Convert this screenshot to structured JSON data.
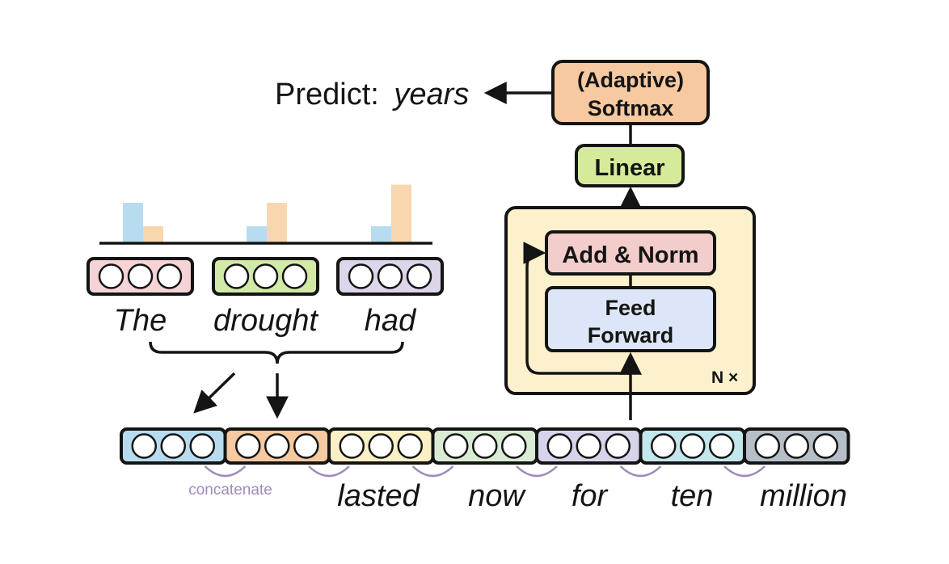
{
  "prediction": {
    "prefix": "Predict:",
    "word": "years"
  },
  "softmax": {
    "line1": "(Adaptive)",
    "line2": "Softmax",
    "color": "#f7c9a0"
  },
  "linear": {
    "label": "Linear",
    "color": "#d5eb9a"
  },
  "transformer_block": {
    "color": "#fcf1cc",
    "add_norm": {
      "label": "Add & Norm",
      "color": "#f3cdcb"
    },
    "feed_forward": {
      "line1": "Feed",
      "line2": "Forward",
      "color": "#dce6f8"
    },
    "repeat_label": "N ×"
  },
  "context_words": [
    {
      "word": "The",
      "color": "#f6d4d6"
    },
    {
      "word": "drought",
      "color": "#d2eaa6"
    },
    {
      "word": "had",
      "color": "#ddd6ea"
    }
  ],
  "attention_bars": {
    "series_colors": [
      "#b8dcef",
      "#f8d6ae"
    ],
    "groups": [
      {
        "values": [
          1.0,
          0.42
        ]
      },
      {
        "values": [
          0.42,
          1.0
        ]
      },
      {
        "values": [
          0.42,
          1.45
        ]
      }
    ]
  },
  "concat_label": "concatenate",
  "sequence": {
    "cells": [
      {
        "color": "#b8dcef"
      },
      {
        "color": "#f6c9a0"
      },
      {
        "color": "#fbefc6"
      },
      {
        "color": "#d9ecd3"
      },
      {
        "color": "#d6d4ea"
      },
      {
        "color": "#c4e6ed"
      },
      {
        "color": "#b6bfc7"
      }
    ],
    "words": [
      "lasted",
      "now",
      "for",
      "ten",
      "million"
    ]
  },
  "colors": {
    "stroke": "#141414",
    "concat_arc": "#a08bb8"
  }
}
